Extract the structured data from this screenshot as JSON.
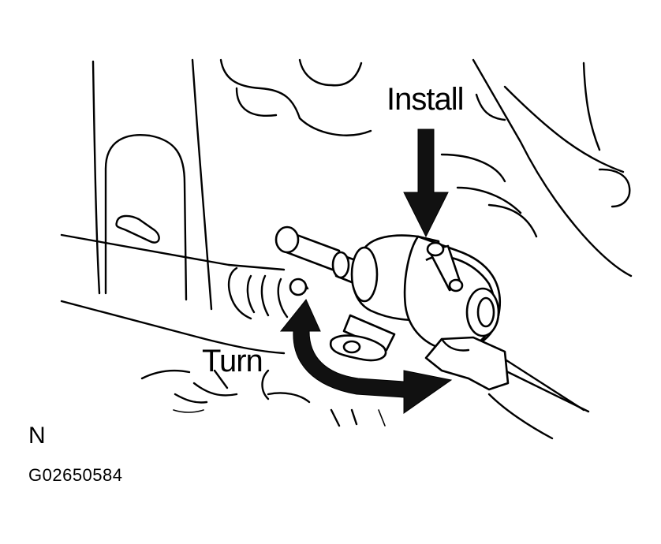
{
  "labels": {
    "install": "Install",
    "turn": "Turn",
    "view_letter": "N",
    "figure_code": "G02650584"
  },
  "icons": {
    "install_arrow": "arrow-down-icon",
    "turn_arrow": "curved-double-arrow-icon"
  },
  "colors": {
    "line": "#000000",
    "background": "#ffffff"
  }
}
